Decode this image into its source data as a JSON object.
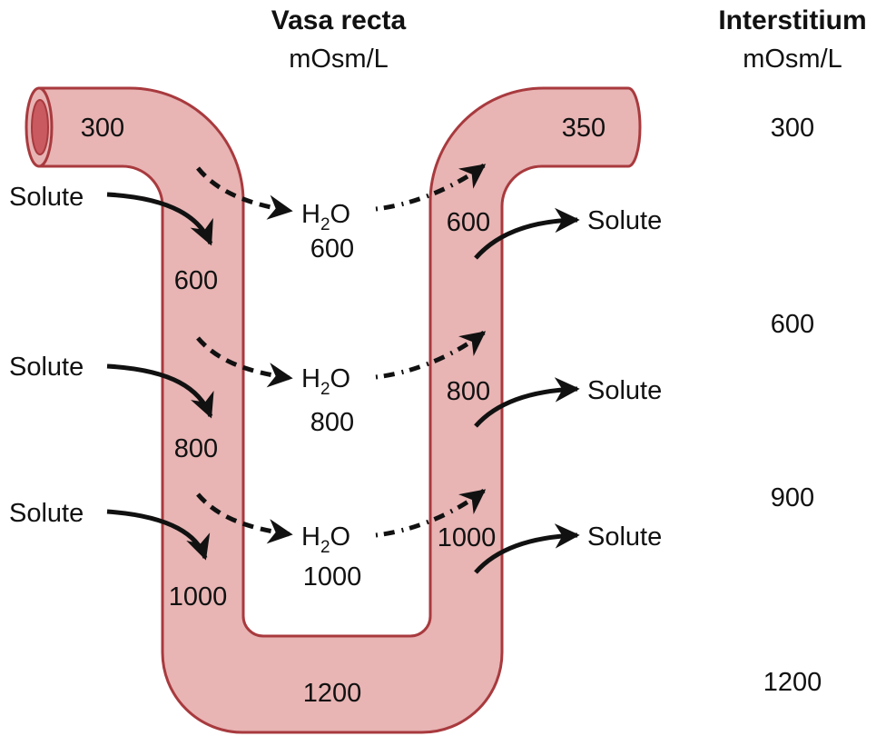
{
  "headers": {
    "vasa_recta_title": "Vasa recta",
    "vasa_recta_unit": "mOsm/L",
    "interstitium_title": "Interstitium",
    "interstitium_unit": "mOsm/L"
  },
  "vessel": {
    "inlet_value": "300",
    "outlet_value": "350",
    "bottom_value": "1200",
    "descending_values": [
      "600",
      "800",
      "1000"
    ],
    "ascending_values": [
      "600",
      "800",
      "1000"
    ]
  },
  "water": {
    "symbol_main": "H",
    "symbol_sub": "2",
    "symbol_tail": "O",
    "values": [
      "600",
      "800",
      "1000"
    ]
  },
  "solute": {
    "label": "Solute",
    "entering_count": 3,
    "leaving_count": 3
  },
  "interstitium_values": [
    "300",
    "600",
    "900",
    "1200"
  ],
  "colors": {
    "vessel_fill": "#e8b4b4",
    "vessel_stroke": "#a83a3e",
    "lumen_fill": "#c85a60",
    "arrow": "#111111"
  }
}
